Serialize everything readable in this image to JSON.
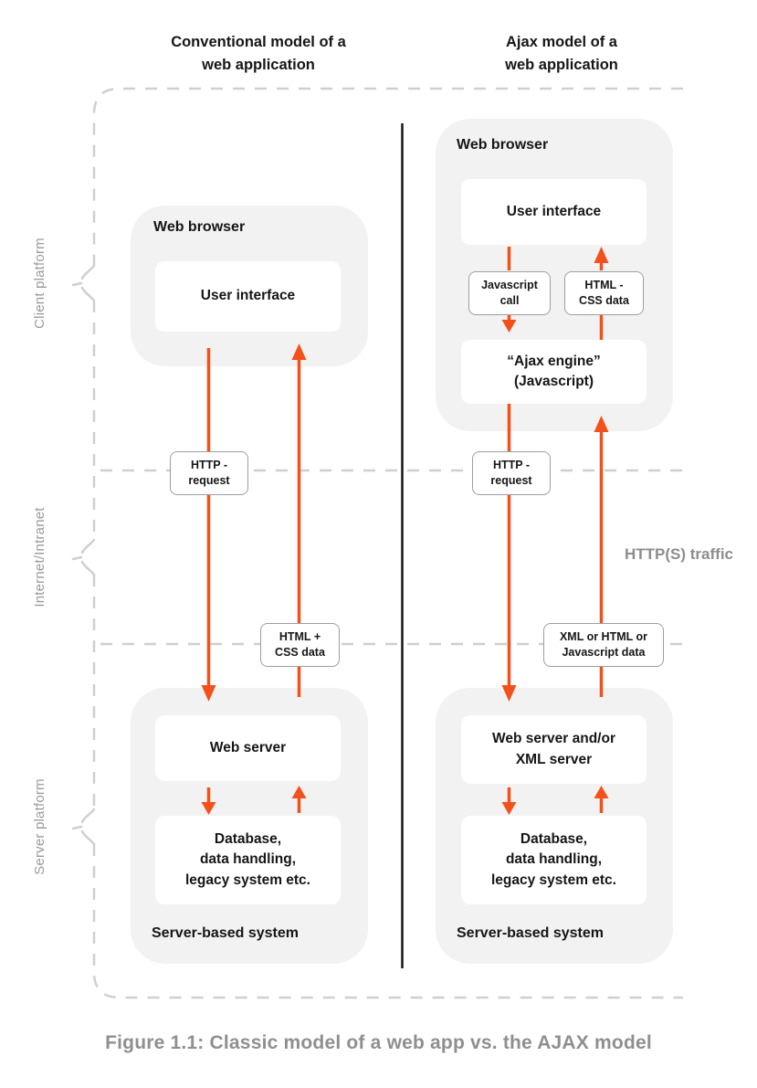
{
  "accent_color": "#F2511B",
  "dash_color": "#cfcfcf",
  "container_color": "#f2f2f2",
  "titles": {
    "left": "Conventional model of a\nweb application",
    "right": "Ajax model of a\nweb application"
  },
  "side_labels": {
    "client": "Client platform",
    "internet": "Internet/Intranet",
    "server": "Server platform"
  },
  "classic": {
    "browser_label": "Web browser",
    "user_interface": "User interface",
    "http_request": "HTTP -\nrequest",
    "html_css_data": "HTML +\nCSS data",
    "web_server": "Web server",
    "database": "Database,\ndata handling,\nlegacy system etc.",
    "server_system": "Server-based system"
  },
  "ajax": {
    "browser_label": "Web browser",
    "user_interface": "User interface",
    "javascript_call": "Javascript\ncall",
    "html_css_data": "HTML -\nCSS data",
    "ajax_engine": "“Ajax engine”\n(Javascript)",
    "http_request": "HTTP -\nrequest",
    "xml_data": "XML or HTML or\nJavascript data",
    "web_server": "Web server and/or\nXML server",
    "database": "Database,\ndata handling,\nlegacy system etc.",
    "server_system": "Server-based system"
  },
  "annotations": {
    "https_traffic": "HTTP(S) traffic"
  },
  "caption": "Figure 1.1: Classic model of a web app vs. the AJAX model"
}
